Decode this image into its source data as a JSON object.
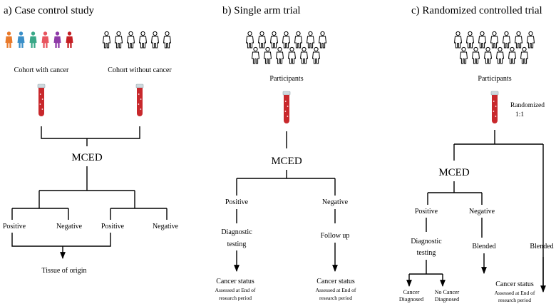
{
  "panels": {
    "a": {
      "title": "a) Case control study",
      "cohort_cancer": "Cohort with cancer",
      "cohort_no_cancer": "Cohort without cancer",
      "test": "MCED",
      "positive_1": "Positive",
      "negative_1": "Negative",
      "positive_2": "Positive",
      "negative_2": "Negative",
      "result": "Tissue of origin"
    },
    "b": {
      "title": "b) Single arm trial",
      "participants": "Participants",
      "test": "MCED",
      "positive": "Positive",
      "negative": "Negative",
      "diag_1": "Diagnostic",
      "diag_2": "testing",
      "follow_up": "Follow up",
      "status_1": "Cancer status",
      "assessed_1a": "Assessed at End of",
      "assessed_1b": "research period",
      "status_2": "Cancer status",
      "assessed_2a": "Assessed at End of",
      "assessed_2b": "research period"
    },
    "c": {
      "title": "c) Randomized controlled trial",
      "participants": "Participants",
      "randomized": "Randomized",
      "ratio": "1:1",
      "test": "MCED",
      "positive": "Positive",
      "negative": "Negative",
      "diag_1": "Diagnostic",
      "diag_2": "testing",
      "blended_1": "Blended",
      "blended_2": "Blended",
      "cancer_diag_1": "Cancer",
      "cancer_diag_2": "Diagnosed",
      "no_cancer_1": "No Cancer",
      "no_cancer_2": "Diagnosed",
      "status": "Cancer status",
      "assessed_a": "Assessed at End of",
      "assessed_b": "research period"
    }
  },
  "colors": {
    "line": "#000000",
    "tube_red": "#c8282c",
    "tube_cap": "#cdd9de",
    "people_cancer": [
      "#e97a2b",
      "#3a8fc8",
      "#3aa888",
      "#e8555f",
      "#8e3aa8",
      "#c41e23"
    ]
  },
  "icons": {
    "person": "person-icon",
    "tube": "blood-tube-icon"
  }
}
